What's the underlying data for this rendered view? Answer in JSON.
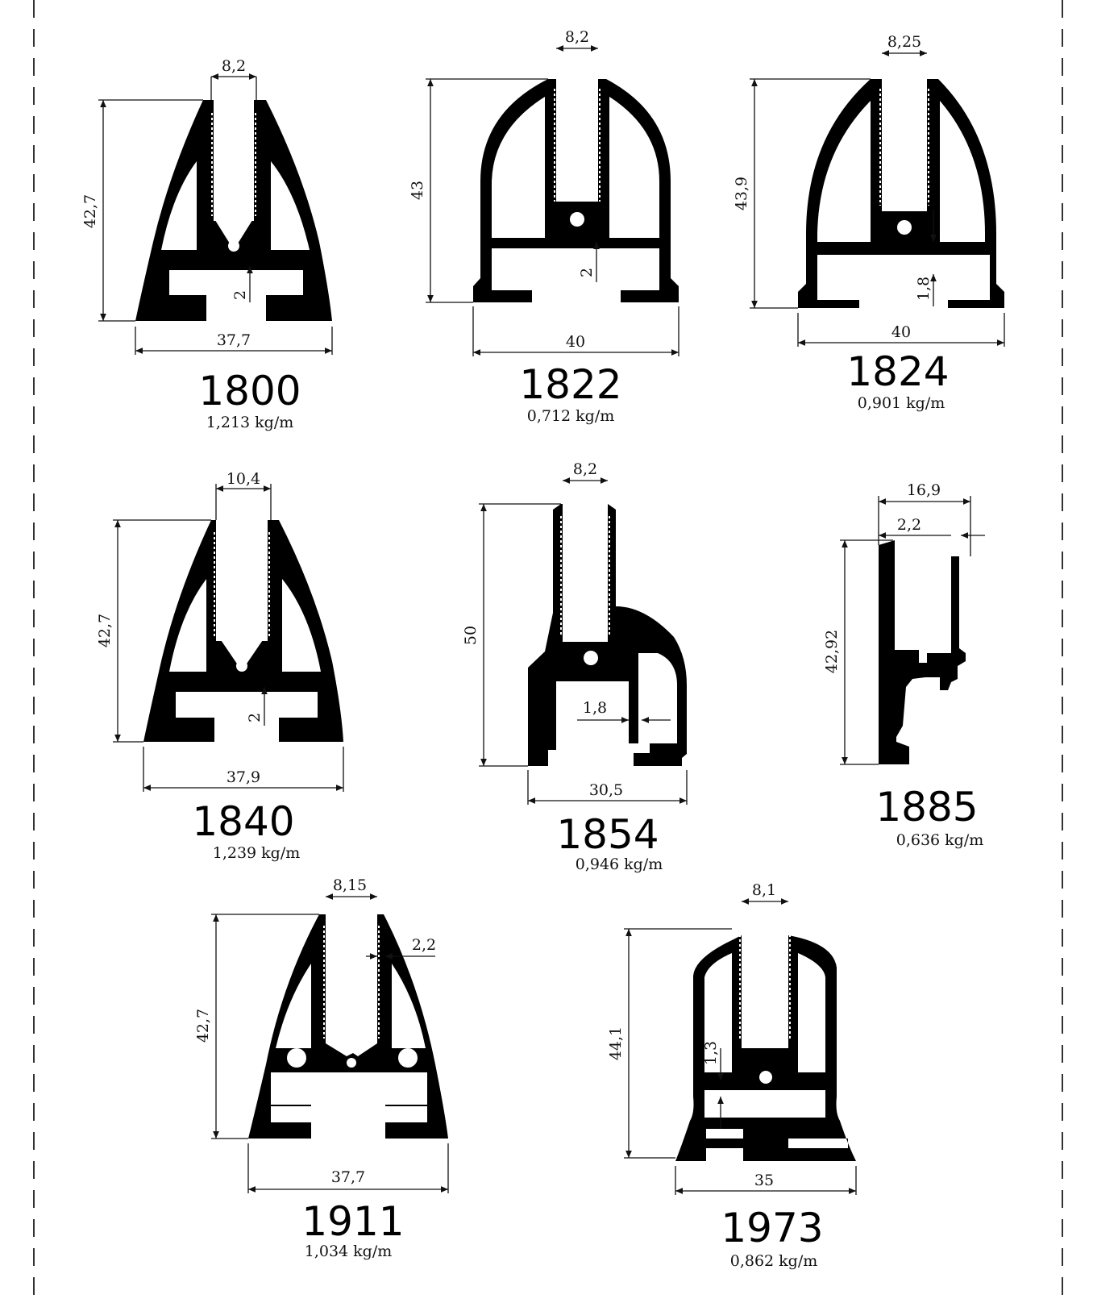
{
  "profiles": [
    {
      "code": "1800",
      "weight": "1,213 kg/m",
      "dims": {
        "top": "8,2",
        "height": "42,7",
        "width": "37,7",
        "wall": "2"
      }
    },
    {
      "code": "1822",
      "weight": "0,712 kg/m",
      "dims": {
        "top": "8,2",
        "height": "43",
        "width": "40",
        "wall": "2"
      }
    },
    {
      "code": "1824",
      "weight": "0,901 kg/m",
      "dims": {
        "top": "8,25",
        "height": "43,9",
        "width": "40",
        "wall": "1,8"
      }
    },
    {
      "code": "1840",
      "weight": "1,239 kg/m",
      "dims": {
        "top": "10,4",
        "height": "42,7",
        "width": "37,9",
        "wall": "2"
      }
    },
    {
      "code": "1854",
      "weight": "0,946 kg/m",
      "dims": {
        "top": "8,2",
        "height": "50",
        "width": "30,5",
        "wall": "1,8"
      }
    },
    {
      "code": "1885",
      "weight": "0,636 kg/m",
      "dims": {
        "top": "16,9",
        "height": "42,92",
        "wall": "2,2"
      }
    },
    {
      "code": "1911",
      "weight": "1,034 kg/m",
      "dims": {
        "top": "8,15",
        "height": "42,7",
        "width": "37,7",
        "wall": "2,2"
      }
    },
    {
      "code": "1973",
      "weight": "0,862 kg/m",
      "dims": {
        "top": "8,1",
        "height": "44,1",
        "width": "35",
        "wall": "1,3"
      }
    }
  ]
}
